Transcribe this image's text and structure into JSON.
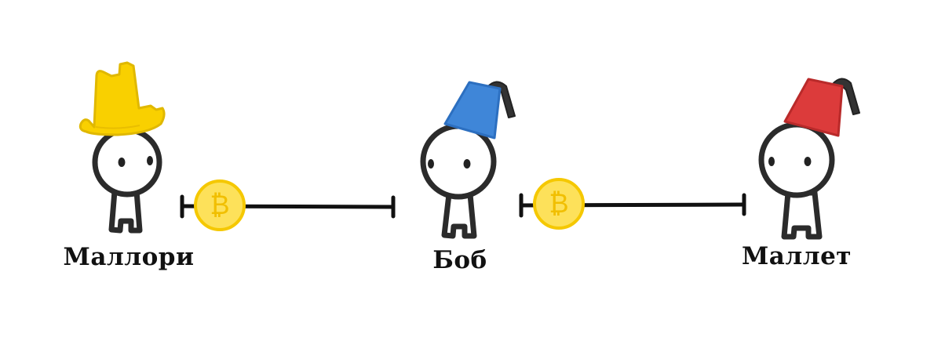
{
  "characters": [
    {
      "name": "Маллори",
      "hat": "cowboy-hat",
      "hat_color": "#f9d000"
    },
    {
      "name": "Боб",
      "hat": "fez",
      "hat_color": "#3f86d8"
    },
    {
      "name": "Маллет",
      "hat": "fez",
      "hat_color": "#dc3b3b"
    }
  ],
  "channels": [
    {
      "from": "Маллори",
      "to": "Боб",
      "coin_icon": "bitcoin-coin-icon"
    },
    {
      "from": "Боб",
      "to": "Маллет",
      "coin_icon": "bitcoin-coin-icon"
    }
  ],
  "colors": {
    "outline": "#2b2b2b",
    "coin_fill": "#fde15a",
    "coin_ring": "#f5c800",
    "coin_symbol": "#f1bf00",
    "tassel": "#333333"
  }
}
